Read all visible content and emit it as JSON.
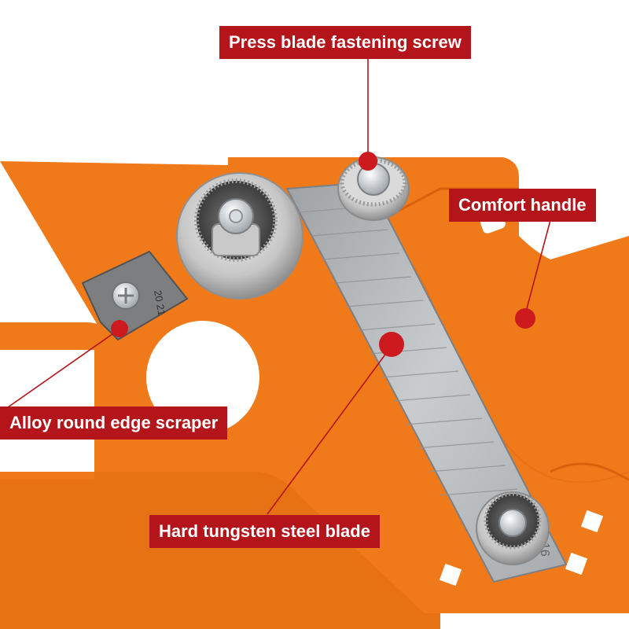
{
  "callouts": {
    "press_screw": "Press blade fastening screw",
    "comfort_handle": "Comfort handle",
    "round_scraper": "Alloy round edge scraper",
    "steel_blade": "Hard tungsten steel blade"
  },
  "blade_marks": {
    "scraper_code": "20 21",
    "blade_code": "16"
  },
  "colors": {
    "tool_orange": "#f07a1a",
    "tool_orange_dark": "#d8620c",
    "steel": "#b9bcbe",
    "label_red": "#b3151b",
    "dot_red": "#cc1a1f"
  }
}
